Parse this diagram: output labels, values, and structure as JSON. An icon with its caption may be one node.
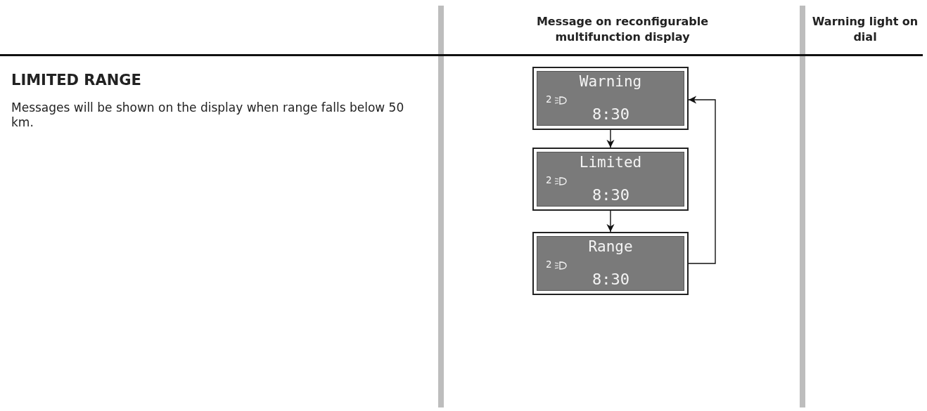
{
  "diagram": {
    "nodes": [
      {
        "text": [
          "Warning",
          "2",
          "8:30"
        ]
      },
      {
        "text": [
          "Limited",
          "2",
          "8:30"
        ]
      },
      {
        "text": [
          "Range",
          "2",
          "8:30"
        ]
      }
    ],
    "edges": [
      {
        "from": 0,
        "to": 1,
        "arrow": "to"
      },
      {
        "from": 1,
        "to": 2,
        "arrow": "to"
      },
      {
        "from": 2,
        "to": 0,
        "arrow": "to"
      }
    ],
    "labels": [
      "Message on reconfigurable multifunction display",
      "Warning light on dial",
      "LIMITED RANGE",
      "Messages will be shown on the display when range falls below 50 km."
    ]
  }
}
